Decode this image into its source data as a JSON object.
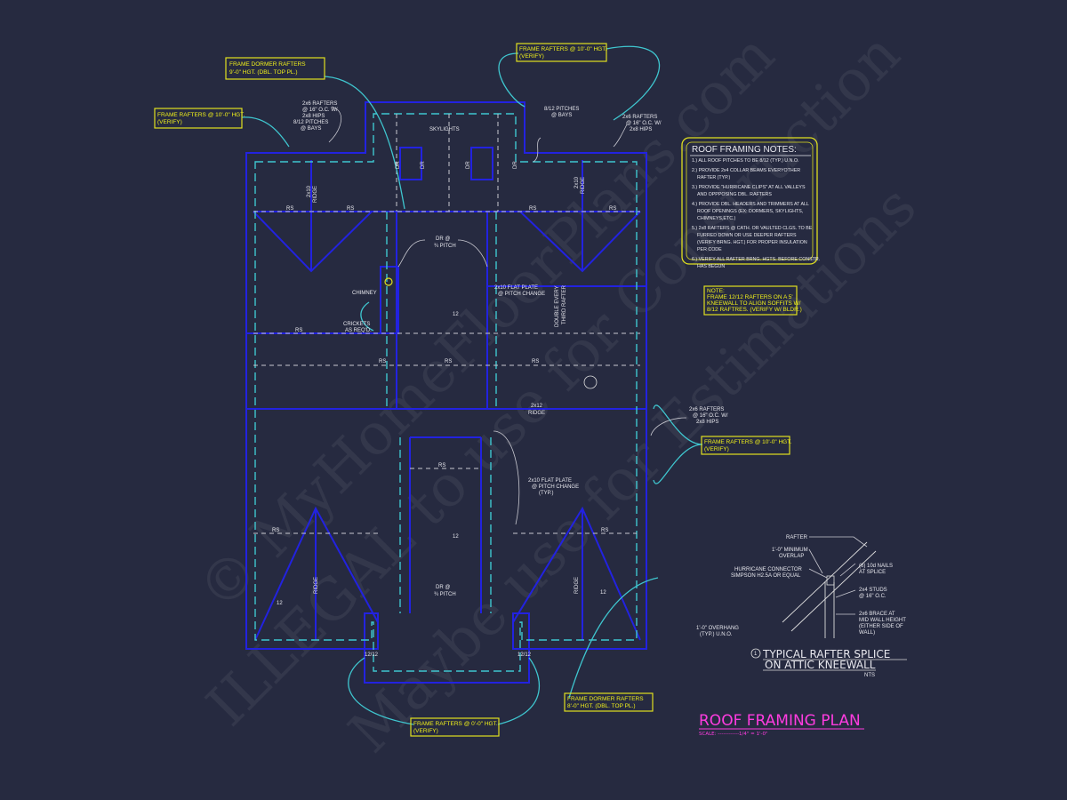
{
  "colors": {
    "background": "#262a40",
    "walls": "#2222e0",
    "overhang": "#3fc6cf",
    "callouts": "#f2f21a",
    "title": "#ff3ce0"
  },
  "callouts": {
    "dormer_top": [
      "FRAME DORMER RAFTERS",
      "9'-0\" HGT. (DBL. TOP PL.)"
    ],
    "left_top": [
      "FRAME RAFTERS @ 10'-0\" HGT.",
      "(VERIFY)"
    ],
    "right_top": [
      "FRAME RAFTERS @ 10'-0\" HGT.",
      "(VERIFY)"
    ],
    "right_mid": [
      "FRAME RAFTERS @ 10'-0\" HGT.",
      "(VERIFY)"
    ],
    "bottom_center": [
      "FRAME RAFTERS @ 0'-0\" HGT.",
      "(VERIFY)"
    ],
    "dormer_bottom": [
      "FRAME DORMER RAFTERS",
      "8'-0\" HGT. (DBL. TOP PL.)"
    ],
    "note": [
      "NOTE:",
      "FRAME 12/12 RAFTERS ON A 5'",
      "KNEEWALL TO ALIGN SOFFITS W/",
      "8/12 RAFTRES. (VERIFY W/ BLDR.)"
    ]
  },
  "labels": {
    "rafters_2x6": [
      "2x6 RAFTERS",
      "@ 16\" O.C. W/",
      "2x8 HIPS"
    ],
    "pitches": [
      "8/12 PITCHES",
      "@ BAYS"
    ],
    "skylights": "SKYLIGHTS",
    "dr": "DR",
    "dr_pitch": [
      "DR @",
      "¾ PITCH"
    ],
    "chimney": "CHIMNEY",
    "crickets": [
      "CRICKETS",
      "AS REQ'D."
    ],
    "flat_plate": [
      "2x10 FLAT PLATE",
      "@ PITCH CHANGE"
    ],
    "flat_plate_typ": [
      "2x10 FLAT PLATE",
      "@ PITCH CHANGE",
      "(TYP.)"
    ],
    "double_rafter": [
      "DOUBLE EVERY",
      "THIRD RAFTER"
    ],
    "ridge": "RIDGE",
    "ridge_2x12": "2x12",
    "ridge_2x10": "2x10",
    "rs": "RS",
    "pitch_12": "12",
    "pitch_1212": "12/12",
    "overhang": [
      "1'-0\" OVERHANG",
      "(TYP.) U.N.O."
    ]
  },
  "notes": {
    "title": "ROOF FRAMING NOTES:",
    "items": [
      [
        "1.) ALL ROOF PITCHES TO BE 8/12 (TYP.) U.N.O."
      ],
      [
        "2.) PROVIDE 2x4 COLLAR BEAMS EVERYOTHER",
        "RAFTER (TYP.)"
      ],
      [
        "3.) PROVIDE \"HURRICANE CLIPS\" AT ALL VALLEYS",
        "AND OPPPOSING DBL. RAFTERS"
      ],
      [
        "4.) PROVIDE DBL. HEADERS AND TRIMMERS AT ALL",
        "ROOF OPENINGS (EX: DORMERS, SKYLIGHTS,",
        "CHIMNEYS,ETC.)"
      ],
      [
        "5.) 2x8 RAFTERS @ CATH. OR VAULTED CLGS. TO BE",
        "FURRED DOWN OR USE DEEPER RAFTERS",
        "(VERIFY BRNG. HGT.) FOR PROPER INSULATION",
        "PER CODE"
      ],
      [
        "6.) VERIFY ALL RAFTER BRNG. HGTS. BEFORE CONSTR.",
        "HAS BEGUN"
      ]
    ]
  },
  "detail": {
    "rafter": "RAFTER",
    "overlap": [
      "1'-0\" MINIMUM",
      "OVERLAP"
    ],
    "connector": [
      "HURRICANE CONNECTOR",
      "SIMPSON H2.5A OR EQUAL"
    ],
    "nails": [
      "(6) 10d NAILS",
      "AT SPLICE"
    ],
    "studs": [
      "2x4 STUDS",
      "@ 16\" O.C."
    ],
    "brace": [
      "2x6 BRACE AT",
      "MID WALL HEIGHT",
      "(EITHER SIDE OF",
      "WALL)"
    ],
    "number": "1",
    "title": [
      "TYPICAL RAFTER SPLICE",
      "ON ATTIC KNEEWALL"
    ],
    "scale": "NTS"
  },
  "plan_title": {
    "title": "ROOF FRAMING PLAN",
    "scale": "SCALE: ------------1/4\" = 1'-0\""
  },
  "watermark": [
    "© MyHomeFloorPlans.com",
    "ILLEGAL to use for Construction",
    "Maybe use for Estimations"
  ]
}
